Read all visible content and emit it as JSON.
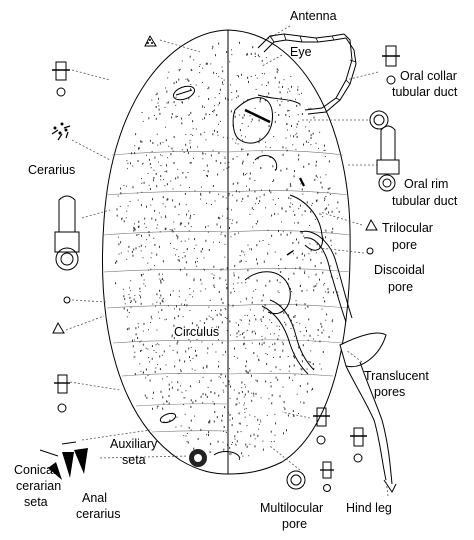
{
  "labels": {
    "antenna": "Antenna",
    "eye": "Eye",
    "oral_collar": [
      "Oral collar",
      "tubular duct"
    ],
    "cerarius": "Cerarius",
    "oral_rim": [
      "Oral rim",
      "tubular duct"
    ],
    "trilocular": [
      "Trilocular",
      "pore"
    ],
    "discoidal": [
      "Discoidal",
      "pore"
    ],
    "circulus": "Circulus",
    "translucent": [
      "Translucent",
      "pores"
    ],
    "auxiliary": [
      "Auxiliary",
      "seta"
    ],
    "conical": [
      "Conical",
      "cerarian",
      "seta"
    ],
    "anal": [
      "Anal",
      "cerarius"
    ],
    "multilocular": [
      "Multilocular",
      "pore"
    ],
    "hind_leg": "Hind leg"
  }
}
